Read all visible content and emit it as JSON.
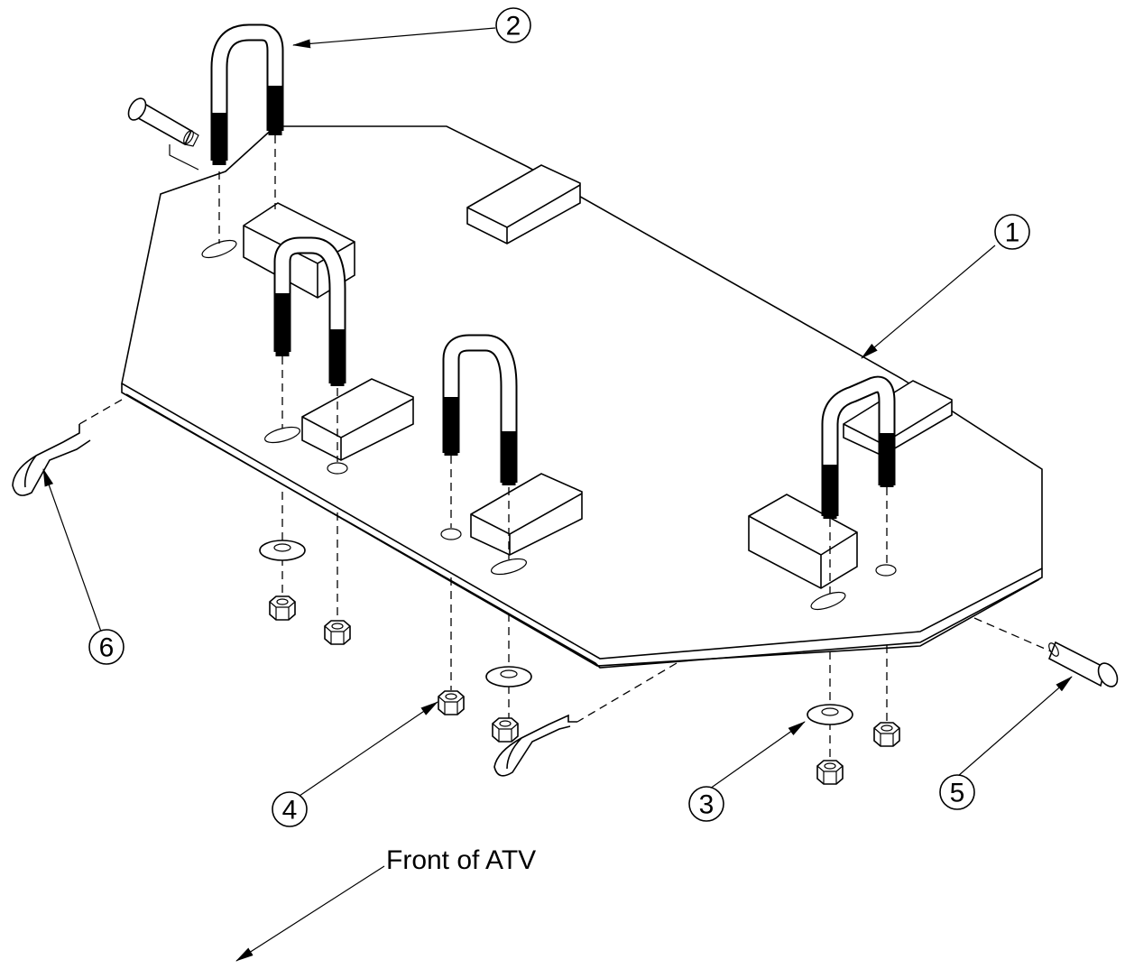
{
  "callouts": [
    {
      "id": "1",
      "label": "1"
    },
    {
      "id": "2",
      "label": "2"
    },
    {
      "id": "3",
      "label": "3"
    },
    {
      "id": "4",
      "label": "4"
    },
    {
      "id": "5",
      "label": "5"
    },
    {
      "id": "6",
      "label": "6"
    }
  ],
  "orientation_note": "Front of ATV"
}
